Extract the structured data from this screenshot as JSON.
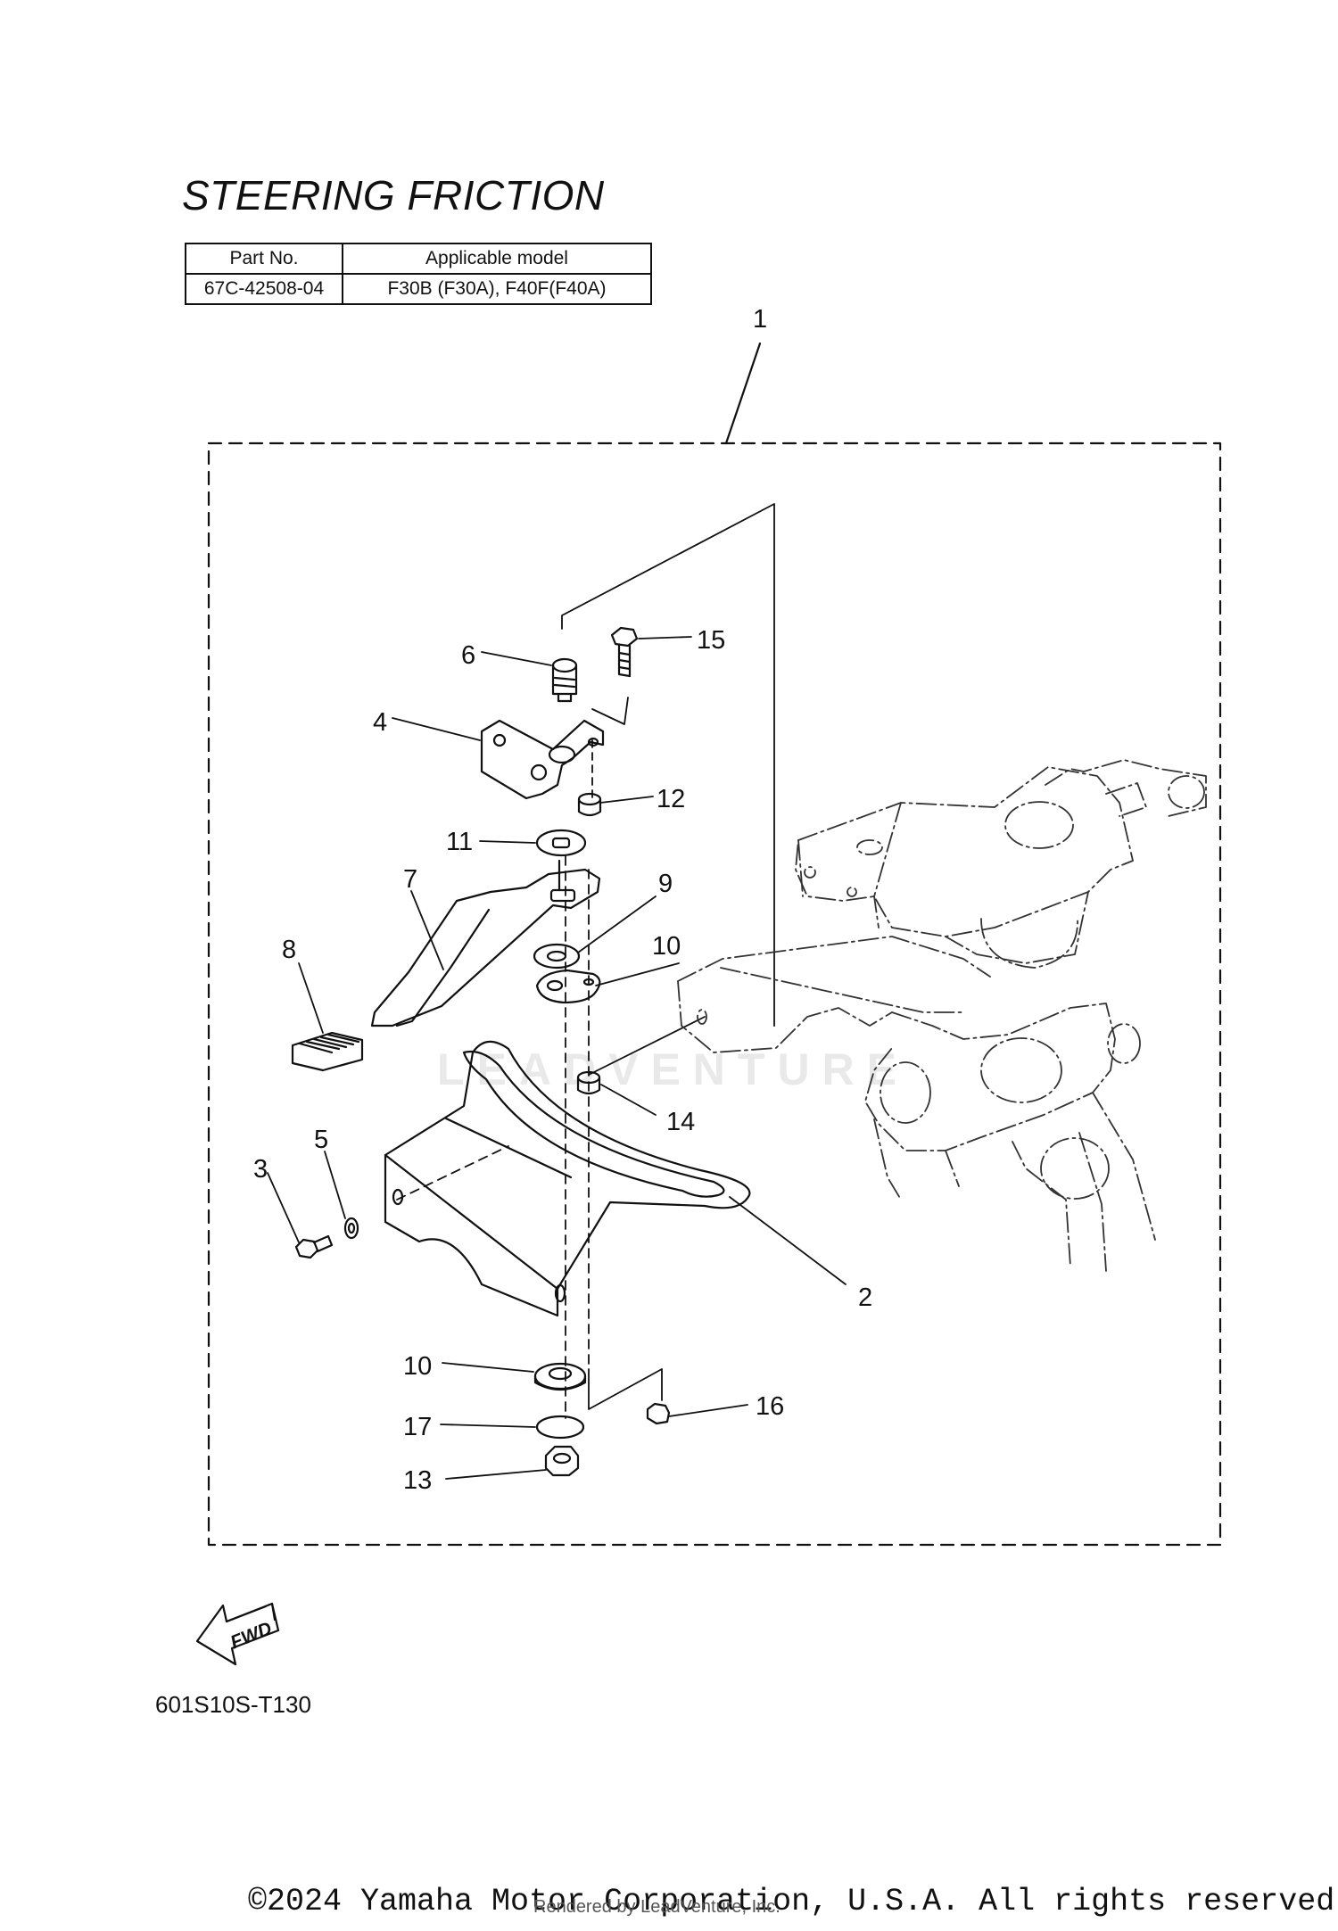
{
  "title": "STEERING FRICTION",
  "table": {
    "headers": [
      "Part No.",
      "Applicable model"
    ],
    "rows": [
      [
        "67C-42508-04",
        "F30B (F30A), F40F(F40A)"
      ]
    ]
  },
  "callouts": [
    "1",
    "2",
    "3",
    "4",
    "5",
    "6",
    "7",
    "8",
    "9",
    "10",
    "10",
    "11",
    "12",
    "13",
    "14",
    "15",
    "16",
    "17"
  ],
  "fwd_label": "FWD",
  "diagram_code": "601S10S-T130",
  "copyright": "©2024 Yamaha Motor Corporation, U.S.A. All rights reserved.",
  "rendered_by": "Rendered by LeadVenture, Inc.",
  "watermark": "LEADVENTURE"
}
